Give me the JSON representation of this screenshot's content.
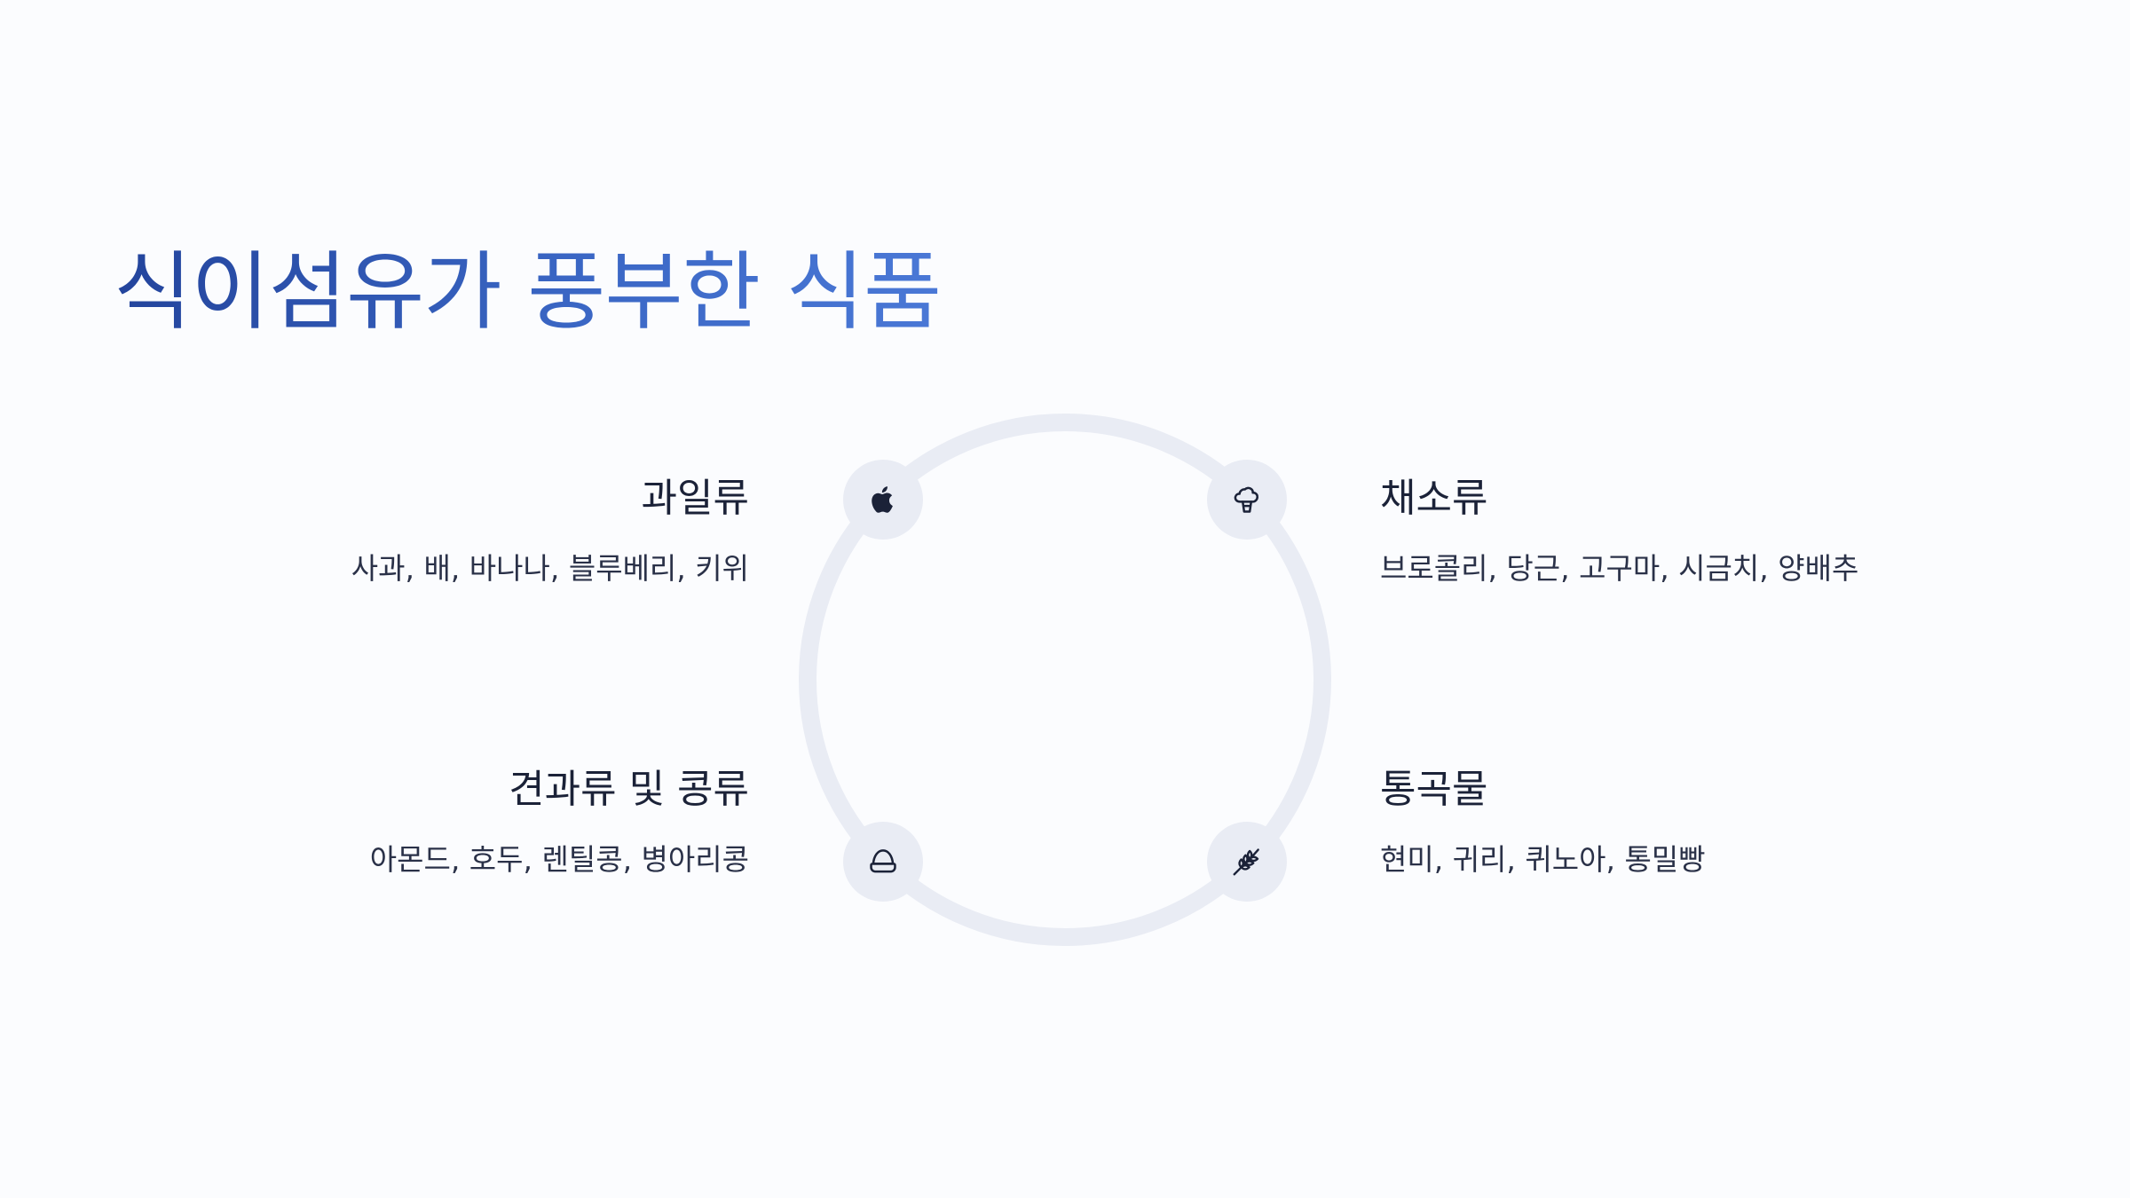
{
  "title": "식이섬유가 풍부한 식품",
  "items": [
    {
      "title": "과일류",
      "desc": "사과, 배, 바나나, 블루베리, 키위",
      "icon": "apple-icon"
    },
    {
      "title": "채소류",
      "desc": "브로콜리, 당근, 고구마, 시금치, 양배추",
      "icon": "broccoli-icon"
    },
    {
      "title": "견과류 및 콩류",
      "desc": "아몬드, 호두, 렌틸콩, 병아리콩",
      "icon": "nut-icon"
    },
    {
      "title": "통곡물",
      "desc": "현미, 귀리, 퀴노아, 통밀빵",
      "icon": "wheat-icon"
    }
  ],
  "colors": {
    "title_start": "#23449c",
    "title_end": "#4a78d6",
    "ring": "#e9ecf4",
    "icon": "#1b2238",
    "background": "#fbfcfe"
  }
}
